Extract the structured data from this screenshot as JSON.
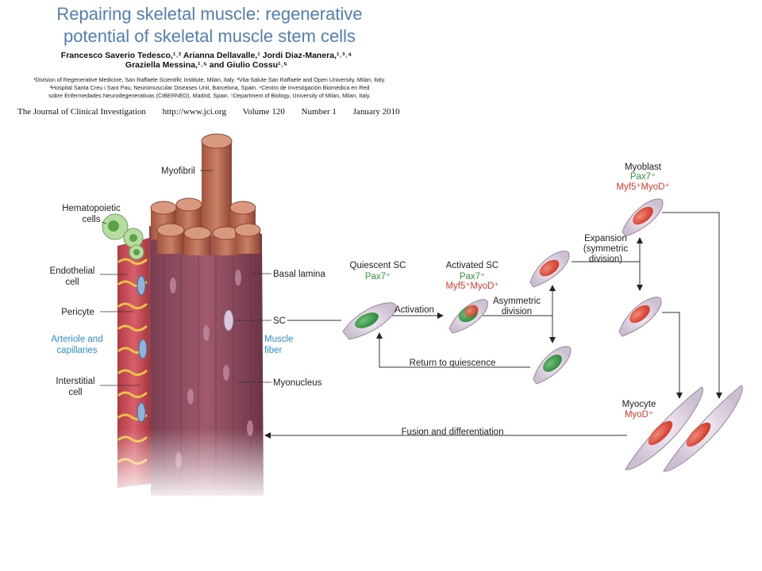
{
  "header": {
    "title_line1": "Repairing skeletal muscle: regenerative",
    "title_line2": "potential of skeletal muscle stem cells",
    "authors_line1": "Francesco Saverio Tedesco,¹˒² Arianna Dellavalle,¹ Jordi Diaz-Manera,¹˒³˒⁴",
    "authors_line2": "Graziella Messina,¹˒⁵ and Giulio Cossu¹˒⁵",
    "affil_line1": "¹Division of Regenerative Medicine, San Raffaele Scientific Institute, Milan, Italy. ²Vita-Salute San Raffaele and Open University, Milan, Italy.",
    "affil_line2": "³Hospital Santa Creu i Sant Pau, Neuromuscular Diseases Unit, Barcelona, Spain. ⁴Centro de Investigación Biomédica en Red",
    "affil_line3": "sobre Enfermedades Neurodegenerativas (CIBERNED), Madrid, Spain. ⁵Department of Biology, University of Milan, Milan, Italy.",
    "journal_name": "The Journal of Clinical Investigation",
    "journal_url": "http://www.jci.org",
    "journal_volume": "Volume 120",
    "journal_number": "Number 1",
    "journal_date": "January 2010"
  },
  "labels": {
    "myofibril": "Myofibril",
    "hematopoietic_1": "Hematopoietic",
    "hematopoietic_2": "cells",
    "endothelial_1": "Endothelial",
    "endothelial_2": "cell",
    "pericyte": "Pericyte",
    "arteriole_1": "Arteriole and",
    "arteriole_2": "capillaries",
    "interstitial_1": "Interstitial",
    "interstitial_2": "cell",
    "basal_lamina": "Basal lamina",
    "sc": "SC",
    "muscle_fiber_1": "Muscle",
    "muscle_fiber_2": "fiber",
    "myonucleus": "Myonucleus",
    "quiescent_sc": "Quiescent SC",
    "quiescent_marker": "Pax7⁺",
    "activated_sc": "Activated SC",
    "activated_marker1": "Pax7⁺",
    "activated_marker2": "Myf5⁺MyoD⁺",
    "activation": "Activation",
    "asym_1": "Asymmetric",
    "asym_2": "division",
    "return": "Return to quiescence",
    "expansion_1": "Expansion",
    "expansion_2": "(symmetric",
    "expansion_3": "division)",
    "myoblast": "Myoblast",
    "myoblast_marker1": "Pax7⁺",
    "myoblast_marker2": "Myf5⁺MyoD⁺",
    "myocyte": "Myocyte",
    "myocyte_marker": "MyoD⁺",
    "fusion": "Fusion and differentiation"
  }
}
